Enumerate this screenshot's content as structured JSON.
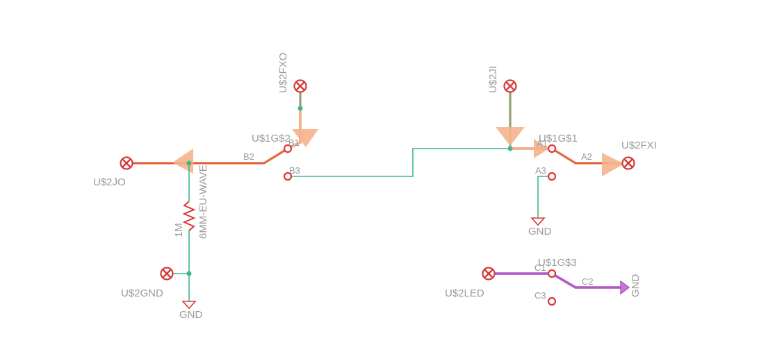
{
  "labels": {
    "u2fxo": "U$2FXO",
    "u2ji": "U$2JI",
    "u1g2": "U$1G$2",
    "u1g1": "U$1G$1",
    "u2fxi": "U$2FXI",
    "u2jo": "U$2JO",
    "wave": "6MM-EU-WAVE",
    "r1m": "1M",
    "b1": "B1",
    "b2": "B2",
    "b3": "B3",
    "a1": "A1",
    "a2": "A2",
    "a3": "A3",
    "gnd_a": "GND",
    "u2gnd": "U$2GND",
    "gnd_b": "GND",
    "u1g3": "U$1G$3",
    "c1": "C1",
    "c2": "C2",
    "c3": "C3",
    "u2led": "U$2LED",
    "gnd_c": "GND"
  },
  "colors": {
    "net": "#3fb58a",
    "highlight": "#f4a77f",
    "pin": "#d7383a",
    "purple": "#c776d4",
    "text": "#9a9a9a"
  }
}
